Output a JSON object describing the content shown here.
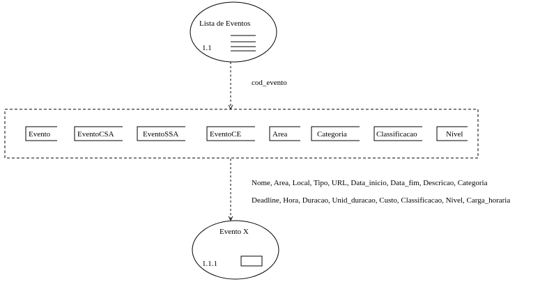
{
  "top_node": {
    "title": "Lista de Eventos",
    "number": "1.1"
  },
  "flow_label_top": "cod_evento",
  "data_stores": [
    "Evento",
    "EventoCSA",
    "EventoSSA",
    "EventoCE",
    "Area",
    "Categoria",
    "Classificacao",
    "Nivel"
  ],
  "flow_label_bottom": {
    "line1": "Nome, Area, Local, Tipo, URL, Data_inicio, Data_fim, Descricao, Categoria",
    "line2": "Deadline, Hora, Duracao, Unid_duracao, Custo, Classificacao, Nivel, Carga_horaria"
  },
  "bottom_node": {
    "title": "Evento X",
    "number": "1.1.1"
  }
}
